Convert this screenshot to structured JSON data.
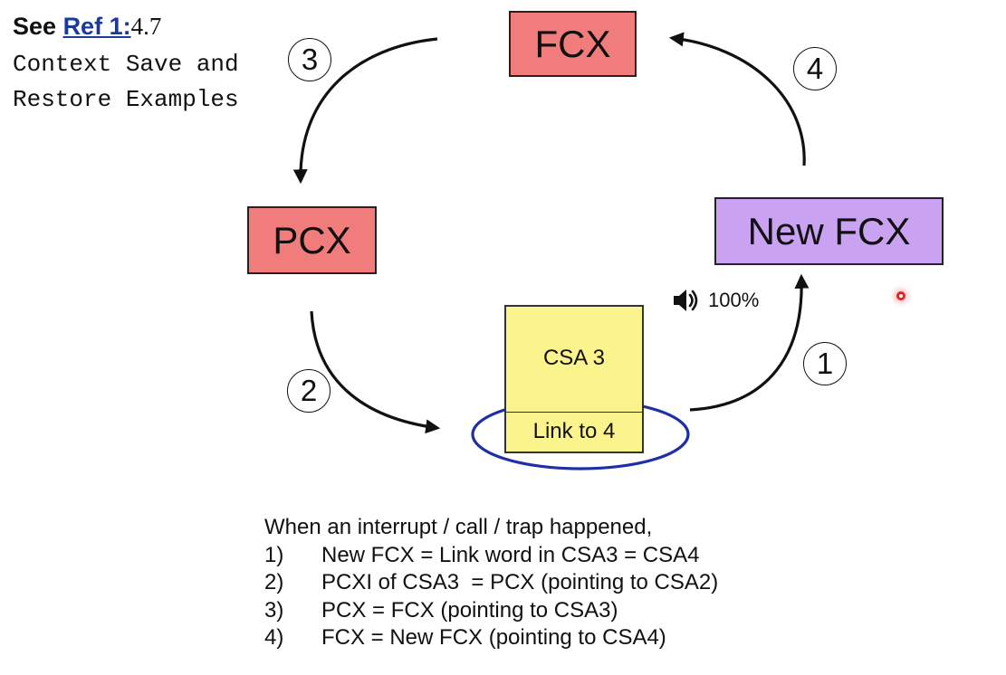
{
  "reference": {
    "see": "See",
    "link": "Ref 1:",
    "section": "4.7",
    "line1": "Context Save and",
    "line2": "Restore Examples"
  },
  "diagram": {
    "fcx": "FCX",
    "pcx": "PCX",
    "new_fcx": "New FCX",
    "csa_title": "CSA 3",
    "csa_link": "Link to 4",
    "steps": [
      "1",
      "2",
      "3",
      "4"
    ]
  },
  "volume": {
    "label": "100%",
    "level_percent": 100,
    "icon": "speaker-icon"
  },
  "description": {
    "intro": "When an interrupt / call / trap happened,",
    "items": [
      {
        "num": "1)",
        "text": "New FCX = Link word in CSA3 = CSA4"
      },
      {
        "num": "2)",
        "text": "PCXI of CSA3  = PCX (pointing to CSA2)"
      },
      {
        "num": "3)",
        "text": "PCX = FCX (pointing to CSA3)"
      },
      {
        "num": "4)",
        "text": "FCX = New FCX (pointing to CSA4)"
      }
    ]
  },
  "colors": {
    "context_box": "#f07d7b",
    "new_fcx_box": "#c9a2f2",
    "csa_box": "#fbf38c",
    "highlight_ellipse": "#1f2fa6",
    "link_text": "#1a3a9c"
  }
}
